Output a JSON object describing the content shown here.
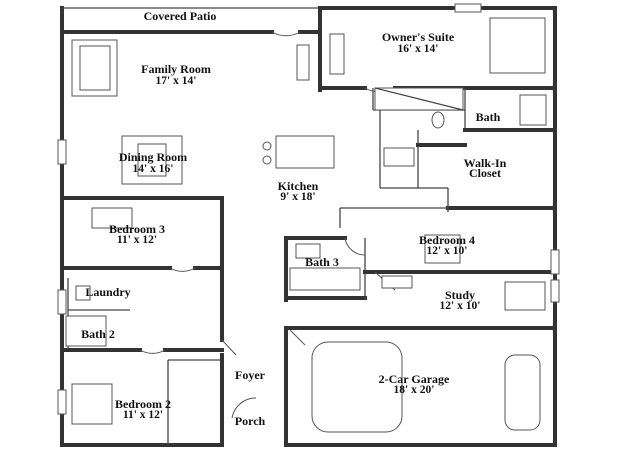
{
  "rooms": {
    "covered_patio": {
      "name": "Covered Patio"
    },
    "owners_suite": {
      "name": "Owner's Suite",
      "size": "16' x 14'"
    },
    "family_room": {
      "name": "Family Room",
      "size": "17' x 14'"
    },
    "bath": {
      "name": "Bath"
    },
    "dining_room": {
      "name": "Dining Room",
      "size": "14' x 16'"
    },
    "walk_in_closet": {
      "name": "Walk-In",
      "name2": "Closet"
    },
    "kitchen": {
      "name": "Kitchen",
      "size": "9' x 18'"
    },
    "bedroom_3": {
      "name": "Bedroom 3",
      "size": "11' x 12'"
    },
    "bedroom_4": {
      "name": "Bedroom 4",
      "size": "12' x 10'"
    },
    "bath_3": {
      "name": "Bath 3"
    },
    "laundry": {
      "name": "Laundry"
    },
    "study": {
      "name": "Study",
      "size": "12' x 10'"
    },
    "bath_2": {
      "name": "Bath 2"
    },
    "foyer": {
      "name": "Foyer"
    },
    "garage": {
      "name": "2-Car Garage",
      "size": "18' x 20'"
    },
    "bedroom_2": {
      "name": "Bedroom 2",
      "size": "11' x 12'"
    },
    "porch": {
      "name": "Porch"
    }
  }
}
